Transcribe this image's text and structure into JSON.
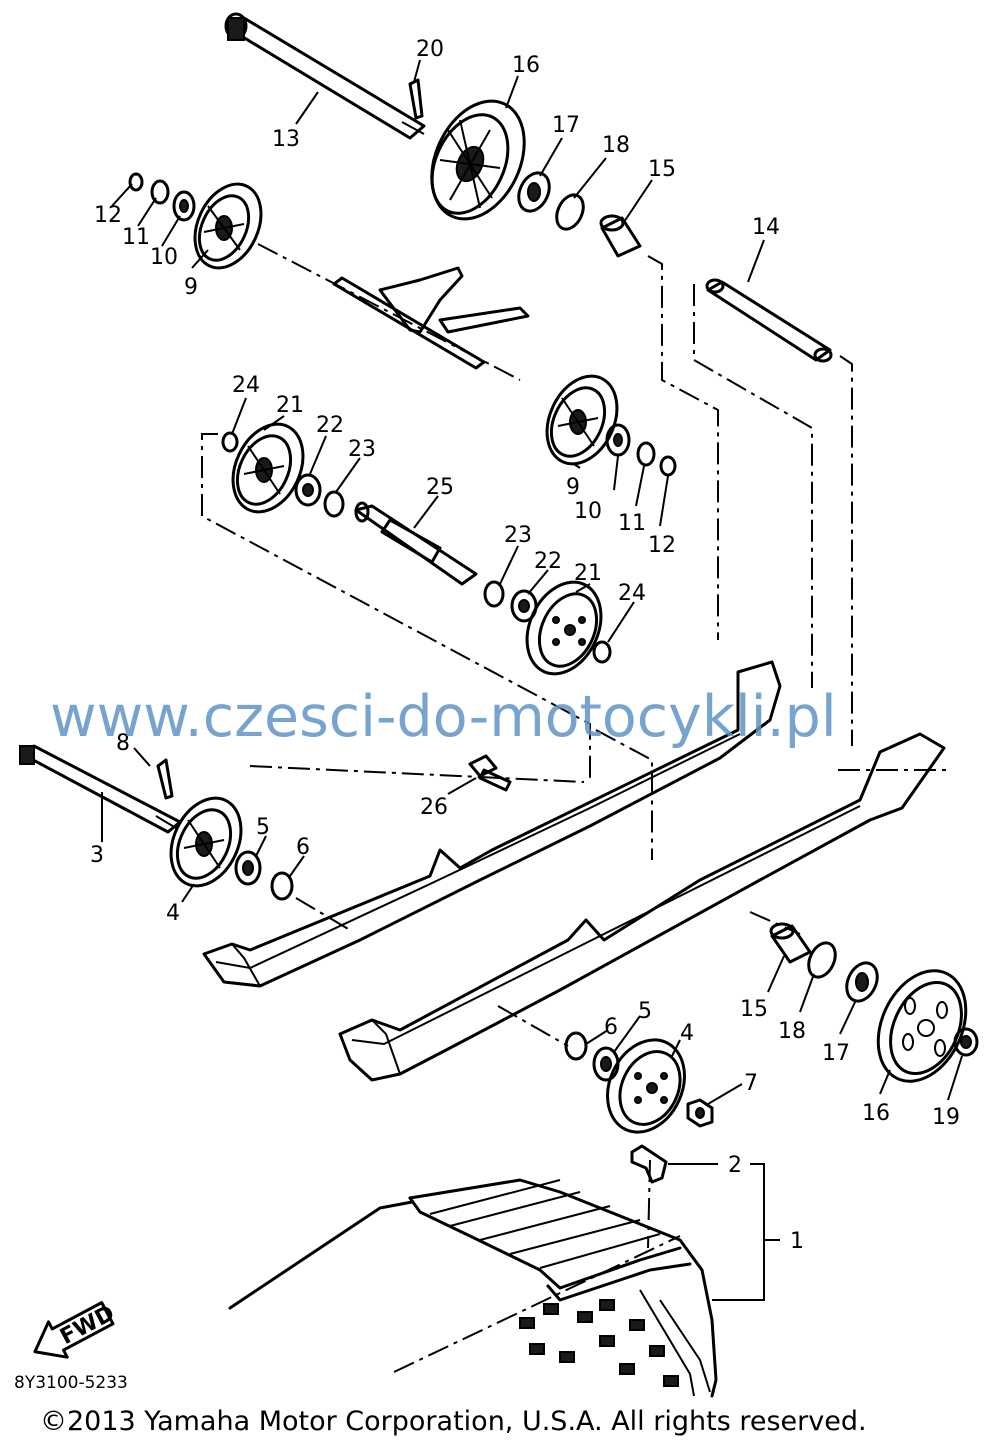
{
  "diagram": {
    "code": "8Y3100-5233",
    "fwd_label": "FWD",
    "watermark": "www.czesci-do-motocykli.pl",
    "copyright": "©2013 Yamaha Motor Corporation, U.S.A. All rights reserved.",
    "callouts": {
      "c20": "20",
      "c16a": "16",
      "c13": "13",
      "c17a": "17",
      "c18a": "18",
      "c15a": "15",
      "c14": "14",
      "c12a": "12",
      "c11a": "11",
      "c10a": "10",
      "c9a": "9",
      "c24a": "24",
      "c21a": "21",
      "c22a": "22",
      "c23a": "23",
      "c25": "25",
      "c9b": "9",
      "c10b": "10",
      "c11b": "11",
      "c12b": "12",
      "c23b": "23",
      "c22b": "22",
      "c21b": "21",
      "c24b": "24",
      "c8": "8",
      "c3": "3",
      "c5a": "5",
      "c6a": "6",
      "c4a": "4",
      "c26": "26",
      "c15b": "15",
      "c18b": "18",
      "c17b": "17",
      "c16b": "16",
      "c19": "19",
      "c6b": "6",
      "c5b": "5",
      "c4b": "4",
      "c7": "7",
      "c2": "2",
      "c1": "1"
    }
  }
}
